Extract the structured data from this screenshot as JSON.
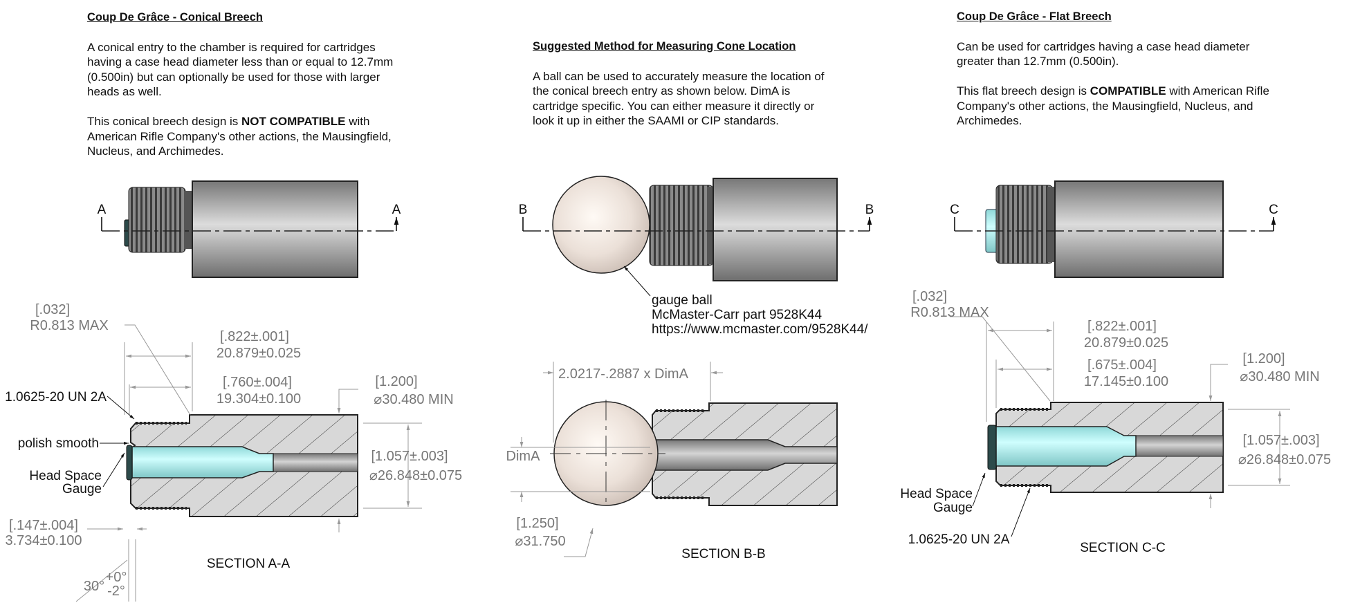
{
  "left": {
    "title": "Coup De Grâce - Conical Breech",
    "para1": [
      "A conical entry to the chamber is required for cartridges",
      "having a case head diameter less than or equal to 12.7mm",
      "(0.500in) but can optionally be used for those with larger",
      "heads as well."
    ],
    "para2_line1_pre": "This conical breech design is ",
    "para2_line1_bold": "NOT COMPATIBLE",
    "para2_line1_post": " with",
    "para2_rest": [
      "American Rifle Company's other actions, the Mausingfield,",
      "Nucleus, and Archimedes."
    ],
    "section_letter": "A",
    "section_label": "SECTION A-A",
    "dims": {
      "r_in": "[.032]",
      "r_mm": "R0.813 MAX",
      "d822_in": "[.822±.001]",
      "d822_mm": "20.879±0.025",
      "d760_in": "[.760±.004]",
      "d760_mm": "19.304±0.100",
      "d1200_in": "[1.200]",
      "d1200_mm": "⌀30.480 MIN",
      "d1057_in": "[1.057±.003]",
      "d1057_mm": "⌀26.848±0.075",
      "d147_in": "[.147±.004]",
      "d147_mm": "3.734±0.100",
      "angle": "30°",
      "angle_plus": "+0°",
      "angle_minus": "-2°"
    },
    "callouts": {
      "thread": "1.0625-20 UN 2A",
      "polish": "polish smooth",
      "gauge1": "Head Space",
      "gauge2": "Gauge"
    }
  },
  "middle": {
    "title": "Suggested Method for Measuring Cone Location",
    "para": [
      "A ball can be used to accurately measure the location of",
      "the conical breech entry as shown below.  DimA is",
      "cartridge specific.  You can either measure it directly or",
      "look it up in either the SAAMI or CIP standards."
    ],
    "section_letter": "B",
    "section_label": "SECTION B-B",
    "ball_note": [
      "gauge ball",
      "McMaster-Carr part 9528K44",
      "https://www.mcmaster.com/9528K44/"
    ],
    "dims": {
      "formula": "2.0217-.2887 x DimA",
      "dima": "DimA",
      "ball_in": "[1.250]",
      "ball_mm": "⌀31.750"
    }
  },
  "right": {
    "title": "Coup De Grâce - Flat Breech",
    "para1": [
      "Can be used for cartridges having a case head diameter",
      "greater than 12.7mm (0.500in)."
    ],
    "para2_line1_pre": "This flat breech design is ",
    "para2_line1_bold": "COMPATIBLE",
    "para2_line1_post": " with American Rifle",
    "para2_rest": [
      "Company's other actions, the Mausingfield, Nucleus, and",
      "Archimedes."
    ],
    "section_letter": "C",
    "section_label": "SECTION C-C",
    "dims": {
      "r_in": "[.032]",
      "r_mm": "R0.813 MAX",
      "d822_in": "[.822±.001]",
      "d822_mm": "20.879±0.025",
      "d675_in": "[.675±.004]",
      "d675_mm": "17.145±0.100",
      "d1200_in": "[1.200]",
      "d1200_mm": "⌀30.480 MIN",
      "d1057_in": "[1.057±.003]",
      "d1057_mm": "⌀26.848±0.075"
    },
    "callouts": {
      "gauge1": "Head Space",
      "gauge2": "Gauge",
      "thread": "1.0625-20 UN 2A"
    }
  },
  "colors": {
    "gauge_cyan": "#b6f3f3",
    "body_gray": "#d8d8d8",
    "ball": "#efe4dc",
    "dim_gray": "#777777"
  }
}
